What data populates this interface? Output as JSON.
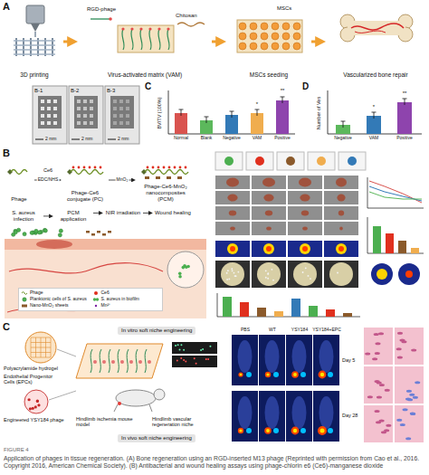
{
  "diagram": {
    "caption": "Application of phages in tissue regeneration. (A) Bone regeneration using an RGD-inserted M13 phage (Reprinted with permission from Cao et al., 2016. Copyright 2016, American Chemical Society). (B) Antibacterial and wound healing assays using phage-chlorin e6 (Ce6)-manganese dioxide",
    "nodes": [
      {
        "text": [
          "3D printing"
        ]
      },
      {
        "text": [
          "Virus-activated matrix (VAM)"
        ]
      },
      {
        "text": [
          "MSCs seeding"
        ]
      },
      {
        "text": [
          "Vascularized bone repair"
        ]
      },
      {
        "text": [
          "Phage"
        ]
      },
      {
        "text": [
          "Phage-Ce6 conjugate (PC)"
        ]
      },
      {
        "text": [
          "Phage-Ce6-MnO₂ nanocomposites (PCM)"
        ]
      },
      {
        "text": [
          "S. aureus infection"
        ]
      },
      {
        "text": [
          "PCM application"
        ]
      },
      {
        "text": [
          "NIR irradiation"
        ]
      },
      {
        "text": [
          "Wound healing"
        ]
      },
      {
        "text": [
          "In vitro soft niche engineering"
        ]
      },
      {
        "text": [
          "In vivo soft niche engineering"
        ]
      }
    ],
    "edges": [
      {
        "from": 0,
        "to": 1,
        "arrow": "to"
      },
      {
        "from": 1,
        "to": 2,
        "arrow": "to"
      },
      {
        "from": 2,
        "to": 3,
        "arrow": "to"
      },
      {
        "from": 4,
        "to": 5,
        "arrow": "to",
        "label": "EDC/NHS"
      },
      {
        "from": 5,
        "to": 6,
        "arrow": "to",
        "label": "MnO₂"
      },
      {
        "from": 7,
        "to": 8,
        "arrow": "to"
      },
      {
        "from": 8,
        "to": 9,
        "arrow": "to"
      },
      {
        "from": 9,
        "to": 10,
        "arrow": "to"
      }
    ],
    "labels": [
      "A",
      "RGD-phage",
      "Chitosan",
      "MSCs",
      "B-1",
      "2 mm",
      "B-2",
      "2 mm",
      "B-3",
      "2 mm",
      "C",
      "BV/TV (100%)",
      "Normal",
      "Blank",
      "Negative",
      "VAM",
      "Positive",
      "*",
      "**",
      "D",
      "Number of Ves",
      "Negative",
      "VAM",
      "Positive",
      "*",
      "**",
      "B",
      "Ce6",
      "C",
      "Polyacrylamide hydrogel",
      "Endothelial Progenitor Cells (EPCs)",
      "Engineered YSY184 phage",
      "Hindlimb ischemia mouse model",
      "Hindlimb vascular regeneration niche",
      "PBS",
      "WT",
      "YSY184",
      "YSY184+EPC",
      "Day 5",
      "Day 28",
      "FIGURE 4"
    ],
    "legend": [
      {
        "text": "Phage"
      },
      {
        "text": "Ce6"
      },
      {
        "text": "Planktonic cells of S. aureus"
      },
      {
        "text": "S. aureus in biofilm"
      },
      {
        "text": "Nano-MnO₂ sheets"
      },
      {
        "text": "Mn²⁺"
      }
    ]
  }
}
